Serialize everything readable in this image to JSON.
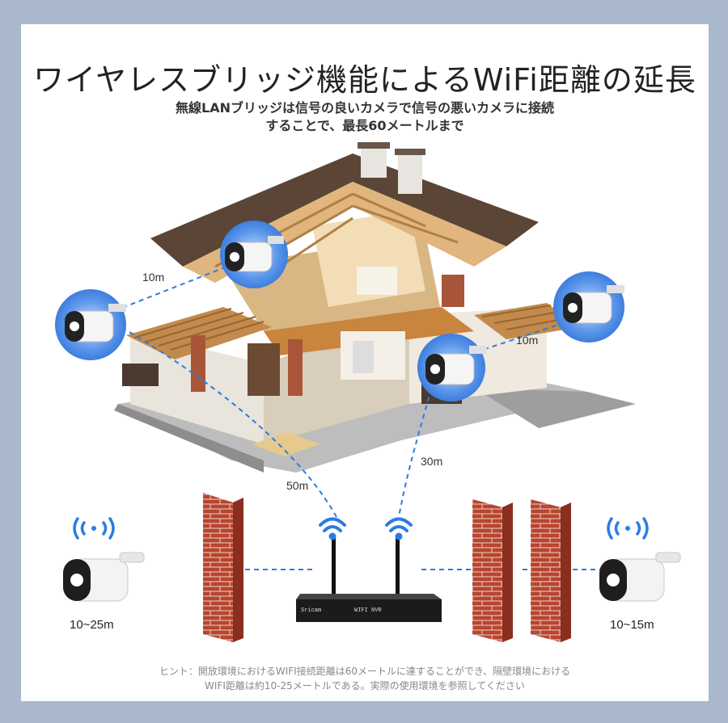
{
  "title": "ワイヤレスブリッジ機能によるWiFi距離の延長",
  "subtitle": {
    "line1": "無線LANブリッジは信号の良いカメラで信号の悪いカメラに接続",
    "line2": "することで、最長60メートルまで"
  },
  "distances": {
    "left_camera_link": "10m",
    "right_camera_link": "10m",
    "nvr_to_center_camera": "30m",
    "nvr_to_left_camera": "50m"
  },
  "ranges": {
    "left": "10~25m",
    "right": "10~15m"
  },
  "nvr": {
    "brand": "Sricam",
    "model": "WIFI NVR"
  },
  "hint": {
    "line1": "ヒント：開放環境におけるWIFI接続距離は60メートルに達することができ、隔壁環境における",
    "line2": "WIFI距離は約10-25メートルである。実際の使用環境を参照してください"
  },
  "colors": {
    "background": "#a9b8cc",
    "wifi": "#2a7de1",
    "brick": "#b9442f",
    "camera_halo": "#4f8fe6"
  },
  "icons": [
    "camera-icon",
    "wifi-icon",
    "brick-wall-icon",
    "nvr-router-icon",
    "house-illustration"
  ]
}
